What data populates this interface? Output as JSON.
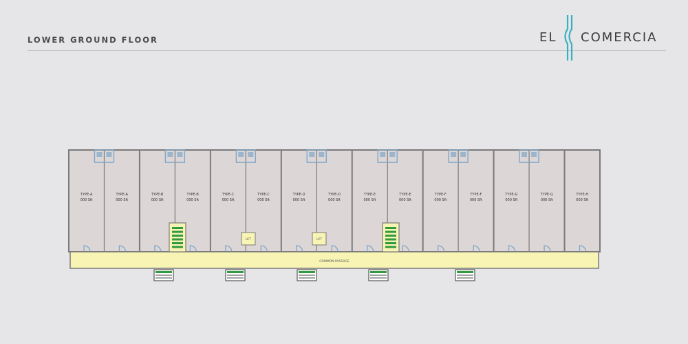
{
  "page_title": "LOWER GROUND FLOOR",
  "logo": {
    "left": "EL",
    "right": "COMERCIA",
    "accent_color": "#3ab0bf"
  },
  "colors": {
    "shop_fill": "#ddd6d6",
    "walls": "#7a7a7a",
    "corridor": "#f7f4b4",
    "fixtures": "#7fa7c9",
    "stair_green": "#2f9a3e"
  },
  "plan": {
    "shops": [
      {
        "label": "TYPE-A",
        "area": "000 Sft"
      },
      {
        "label": "TYPE-A",
        "area": "000 Sft"
      },
      {
        "label": "TYPE-B",
        "area": "000 Sft"
      },
      {
        "label": "TYPE-B",
        "area": "000 Sft"
      },
      {
        "label": "TYPE-C",
        "area": "000 Sft"
      },
      {
        "label": "TYPE-C",
        "area": "000 Sft"
      },
      {
        "label": "TYPE-D",
        "area": "000 Sft"
      },
      {
        "label": "TYPE-D",
        "area": "000 Sft"
      },
      {
        "label": "TYPE-E",
        "area": "000 Sft"
      },
      {
        "label": "TYPE-E",
        "area": "000 Sft"
      },
      {
        "label": "TYPE-F",
        "area": "000 Sft"
      },
      {
        "label": "TYPE-F",
        "area": "000 Sft"
      },
      {
        "label": "TYPE-G",
        "area": "000 Sft"
      },
      {
        "label": "TYPE-G",
        "area": "000 Sft"
      },
      {
        "label": "TYPE-H",
        "area": "000 Sft"
      }
    ],
    "corridor_label": "COMMON PASSAGE",
    "lift_label": "LIFT"
  }
}
